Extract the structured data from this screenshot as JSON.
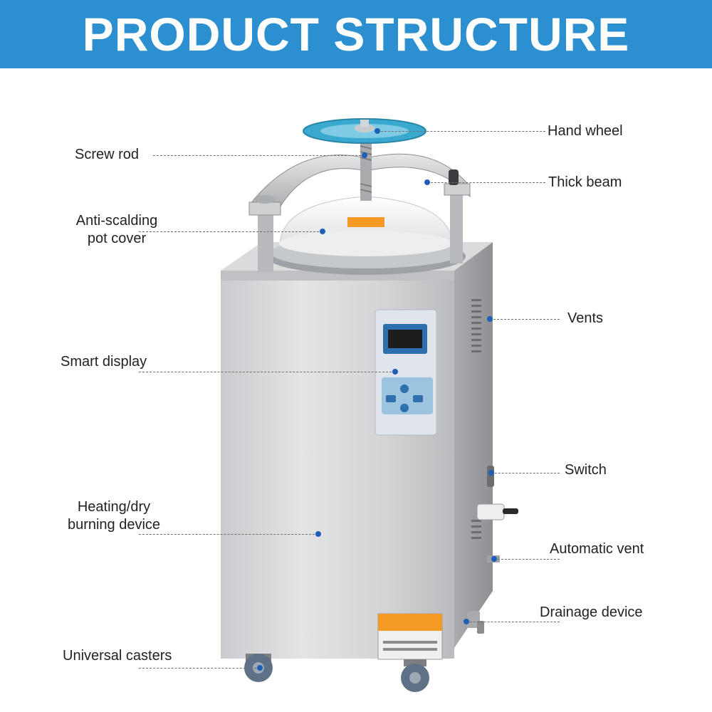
{
  "banner": {
    "title": "PRODUCT STRUCTURE",
    "background": "#2b8fd0"
  },
  "accent_dot_color": "#1f5fb8",
  "product": {
    "panel_display_color": "#2f6fae",
    "hand_wheel_color": "#39a9cf",
    "warning_label_color": "#f59a24"
  },
  "callouts": {
    "hand_wheel": "Hand wheel",
    "screw_rod": "Screw rod",
    "thick_beam": "Thick beam",
    "pot_cover": [
      "Anti-scalding",
      "pot cover"
    ],
    "vents": "Vents",
    "smart_display": "Smart display",
    "switch": "Switch",
    "heating": [
      "Heating/dry",
      "burning device"
    ],
    "automatic_vent": "Automatic vent",
    "drainage": "Drainage device",
    "casters": "Universal casters"
  }
}
